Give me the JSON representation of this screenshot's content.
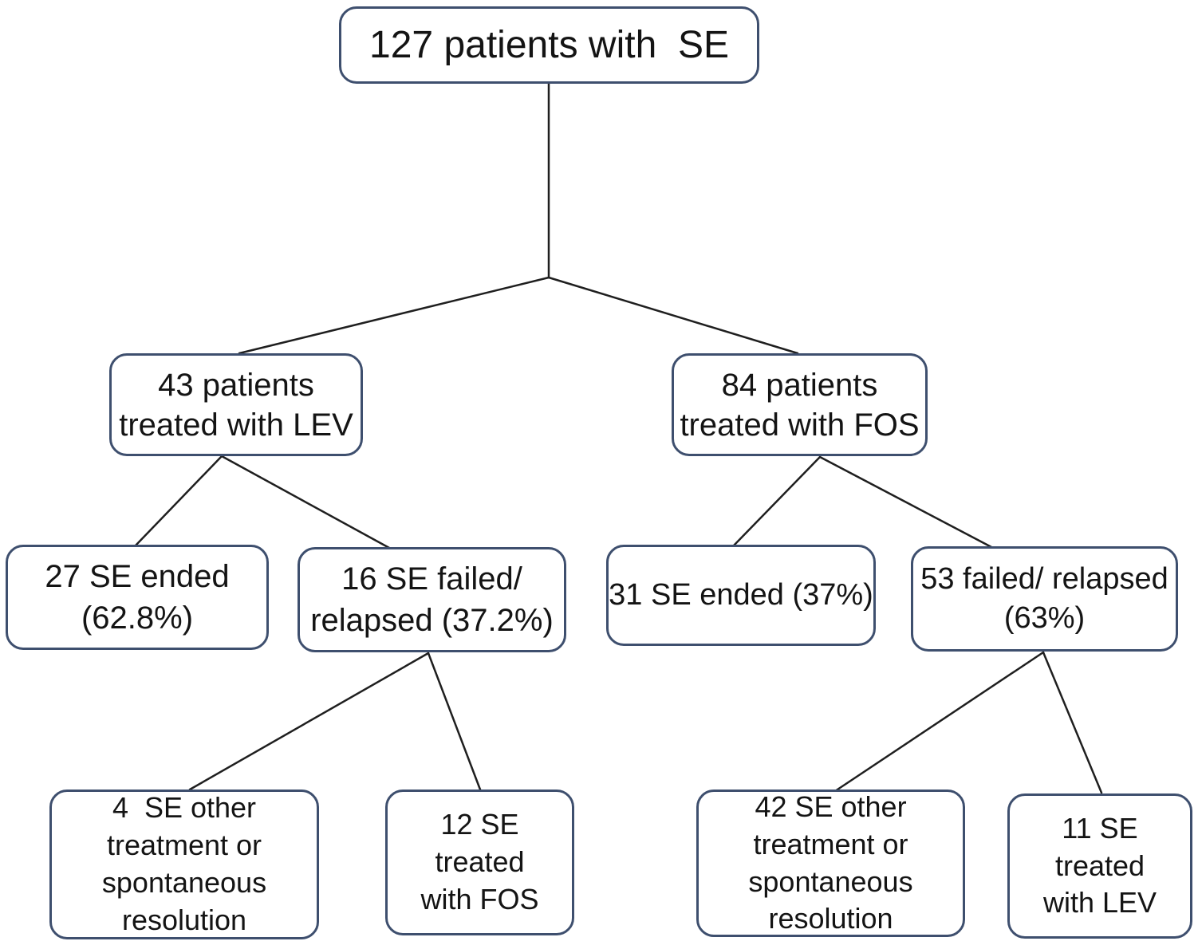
{
  "figure": {
    "type": "flowchart",
    "background_color": "#ffffff",
    "box_border_color": "#3e4f6e",
    "connector_color": "#1f1f1f",
    "text_color": "#141414",
    "nodes": {
      "root": {
        "label": "127 patients with  SE"
      },
      "lev": {
        "label": "43 patients\ntreated with LEV"
      },
      "fos": {
        "label": "84 patients\ntreated with FOS"
      },
      "lev_ended": {
        "label": "27 SE ended\n(62.8%)"
      },
      "lev_failed": {
        "label": "16 SE failed/\nrelapsed (37.2%)"
      },
      "fos_ended": {
        "label": "31 SE ended (37%)"
      },
      "fos_failed": {
        "label": "53 failed/ relapsed\n(63%)"
      },
      "lev_other": {
        "label": "4  SE other\ntreatment or\nspontaneous\nresolution"
      },
      "lev_to_fos": {
        "label": "12 SE\ntreated\nwith FOS"
      },
      "fos_other": {
        "label": "42 SE other\ntreatment or\nspontaneous\nresolution"
      },
      "fos_to_lev": {
        "label": "11 SE\ntreated\nwith LEV"
      }
    },
    "edges": [
      {
        "from": "root",
        "to": "lev"
      },
      {
        "from": "root",
        "to": "fos"
      },
      {
        "from": "lev",
        "to": "lev_ended"
      },
      {
        "from": "lev",
        "to": "lev_failed"
      },
      {
        "from": "fos",
        "to": "fos_ended"
      },
      {
        "from": "fos",
        "to": "fos_failed"
      },
      {
        "from": "lev_failed",
        "to": "lev_other"
      },
      {
        "from": "lev_failed",
        "to": "lev_to_fos"
      },
      {
        "from": "fos_failed",
        "to": "fos_other"
      },
      {
        "from": "fos_failed",
        "to": "fos_to_lev"
      }
    ]
  }
}
